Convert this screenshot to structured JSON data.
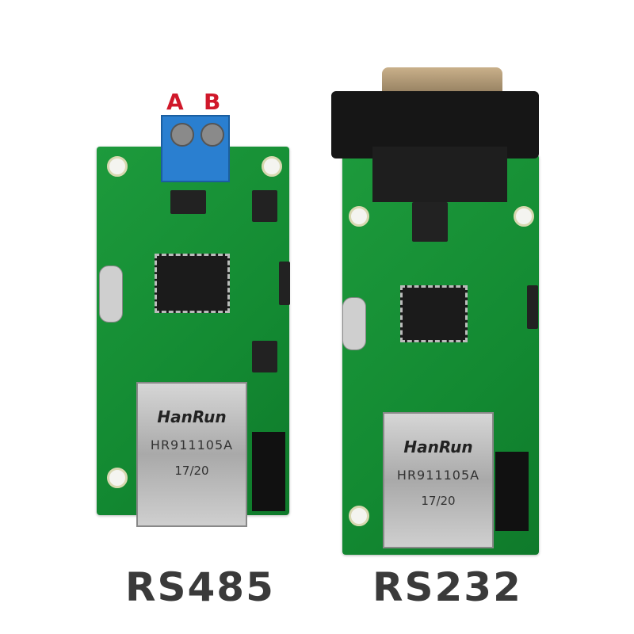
{
  "left_module": {
    "terminal_labels": [
      "A",
      "B"
    ],
    "jack_brand": "HanRun",
    "jack_model": "HR911105A",
    "jack_date": "17/20",
    "caption": "RS485"
  },
  "right_module": {
    "jack_brand": "HanRun",
    "jack_model": "HR911105A",
    "jack_date": "17/20",
    "caption": "RS232"
  },
  "colors": {
    "pcb": "#168f35",
    "terminal": "#2a7fd0",
    "terminal_label": "#d0182a",
    "caption": "#3a3a3a"
  }
}
